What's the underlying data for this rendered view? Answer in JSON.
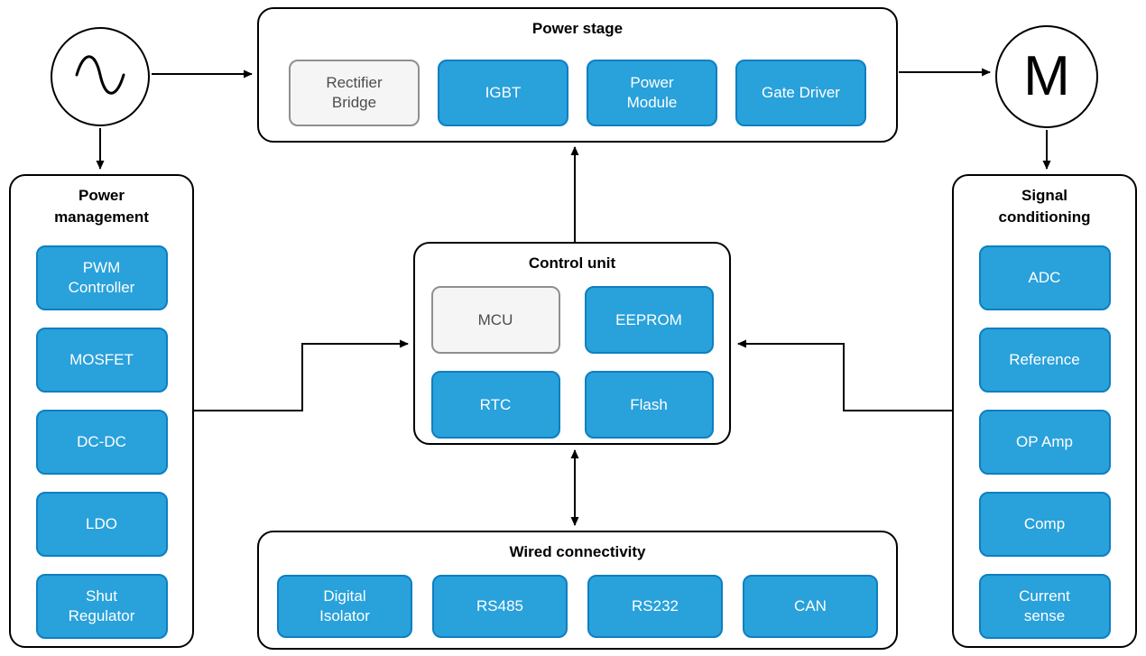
{
  "colors": {
    "accent_fill": "#29A1DB",
    "accent_border": "#0E7FC1",
    "accent_text": "#FFFFFF",
    "muted_fill": "#F5F5F5",
    "muted_border": "#8F8F8F",
    "muted_text": "#4D4D4D",
    "line": "#000000",
    "background": "#FFFFFF"
  },
  "nodes": {
    "ac_source": {
      "icon": "sine-wave-icon"
    },
    "motor": {
      "label": "M"
    }
  },
  "groups": {
    "power_stage": {
      "title": "Power stage",
      "blocks": [
        {
          "label": "Rectifier\nBridge",
          "variant": "muted"
        },
        {
          "label": "IGBT",
          "variant": "accent"
        },
        {
          "label": "Power\nModule",
          "variant": "accent"
        },
        {
          "label": "Gate Driver",
          "variant": "accent"
        }
      ]
    },
    "power_management": {
      "title": "Power\nmanagement",
      "blocks": [
        {
          "label": "PWM\nController",
          "variant": "accent"
        },
        {
          "label": "MOSFET",
          "variant": "accent"
        },
        {
          "label": "DC-DC",
          "variant": "accent"
        },
        {
          "label": "LDO",
          "variant": "accent"
        },
        {
          "label": "Shut\nRegulator",
          "variant": "accent"
        }
      ]
    },
    "control_unit": {
      "title": "Control unit",
      "blocks": [
        {
          "label": "MCU",
          "variant": "muted"
        },
        {
          "label": "EEPROM",
          "variant": "accent"
        },
        {
          "label": "RTC",
          "variant": "accent"
        },
        {
          "label": "Flash",
          "variant": "accent"
        }
      ]
    },
    "signal_conditioning": {
      "title": "Signal\nconditioning",
      "blocks": [
        {
          "label": "ADC",
          "variant": "accent"
        },
        {
          "label": "Reference",
          "variant": "accent"
        },
        {
          "label": "OP Amp",
          "variant": "accent"
        },
        {
          "label": "Comp",
          "variant": "accent"
        },
        {
          "label": "Current\nsense",
          "variant": "accent"
        }
      ]
    },
    "wired_connectivity": {
      "title": "Wired connectivity",
      "blocks": [
        {
          "label": "Digital\nIsolator",
          "variant": "accent"
        },
        {
          "label": "RS485",
          "variant": "accent"
        },
        {
          "label": "RS232",
          "variant": "accent"
        },
        {
          "label": "CAN",
          "variant": "accent"
        }
      ]
    }
  },
  "edges": [
    {
      "from": "ac-source",
      "to": "power-stage",
      "type": "arrow"
    },
    {
      "from": "ac-source",
      "to": "power-management",
      "type": "arrow"
    },
    {
      "from": "power-stage",
      "to": "motor",
      "type": "arrow"
    },
    {
      "from": "motor",
      "to": "signal-conditioning",
      "type": "arrow"
    },
    {
      "from": "control-unit",
      "to": "power-stage",
      "type": "arrow"
    },
    {
      "from": "power-management",
      "to": "control-unit",
      "type": "elbow-arrow"
    },
    {
      "from": "signal-conditioning",
      "to": "control-unit",
      "type": "elbow-arrow"
    },
    {
      "from": "control-unit",
      "to": "wired-connectivity",
      "type": "double-arrow"
    }
  ]
}
